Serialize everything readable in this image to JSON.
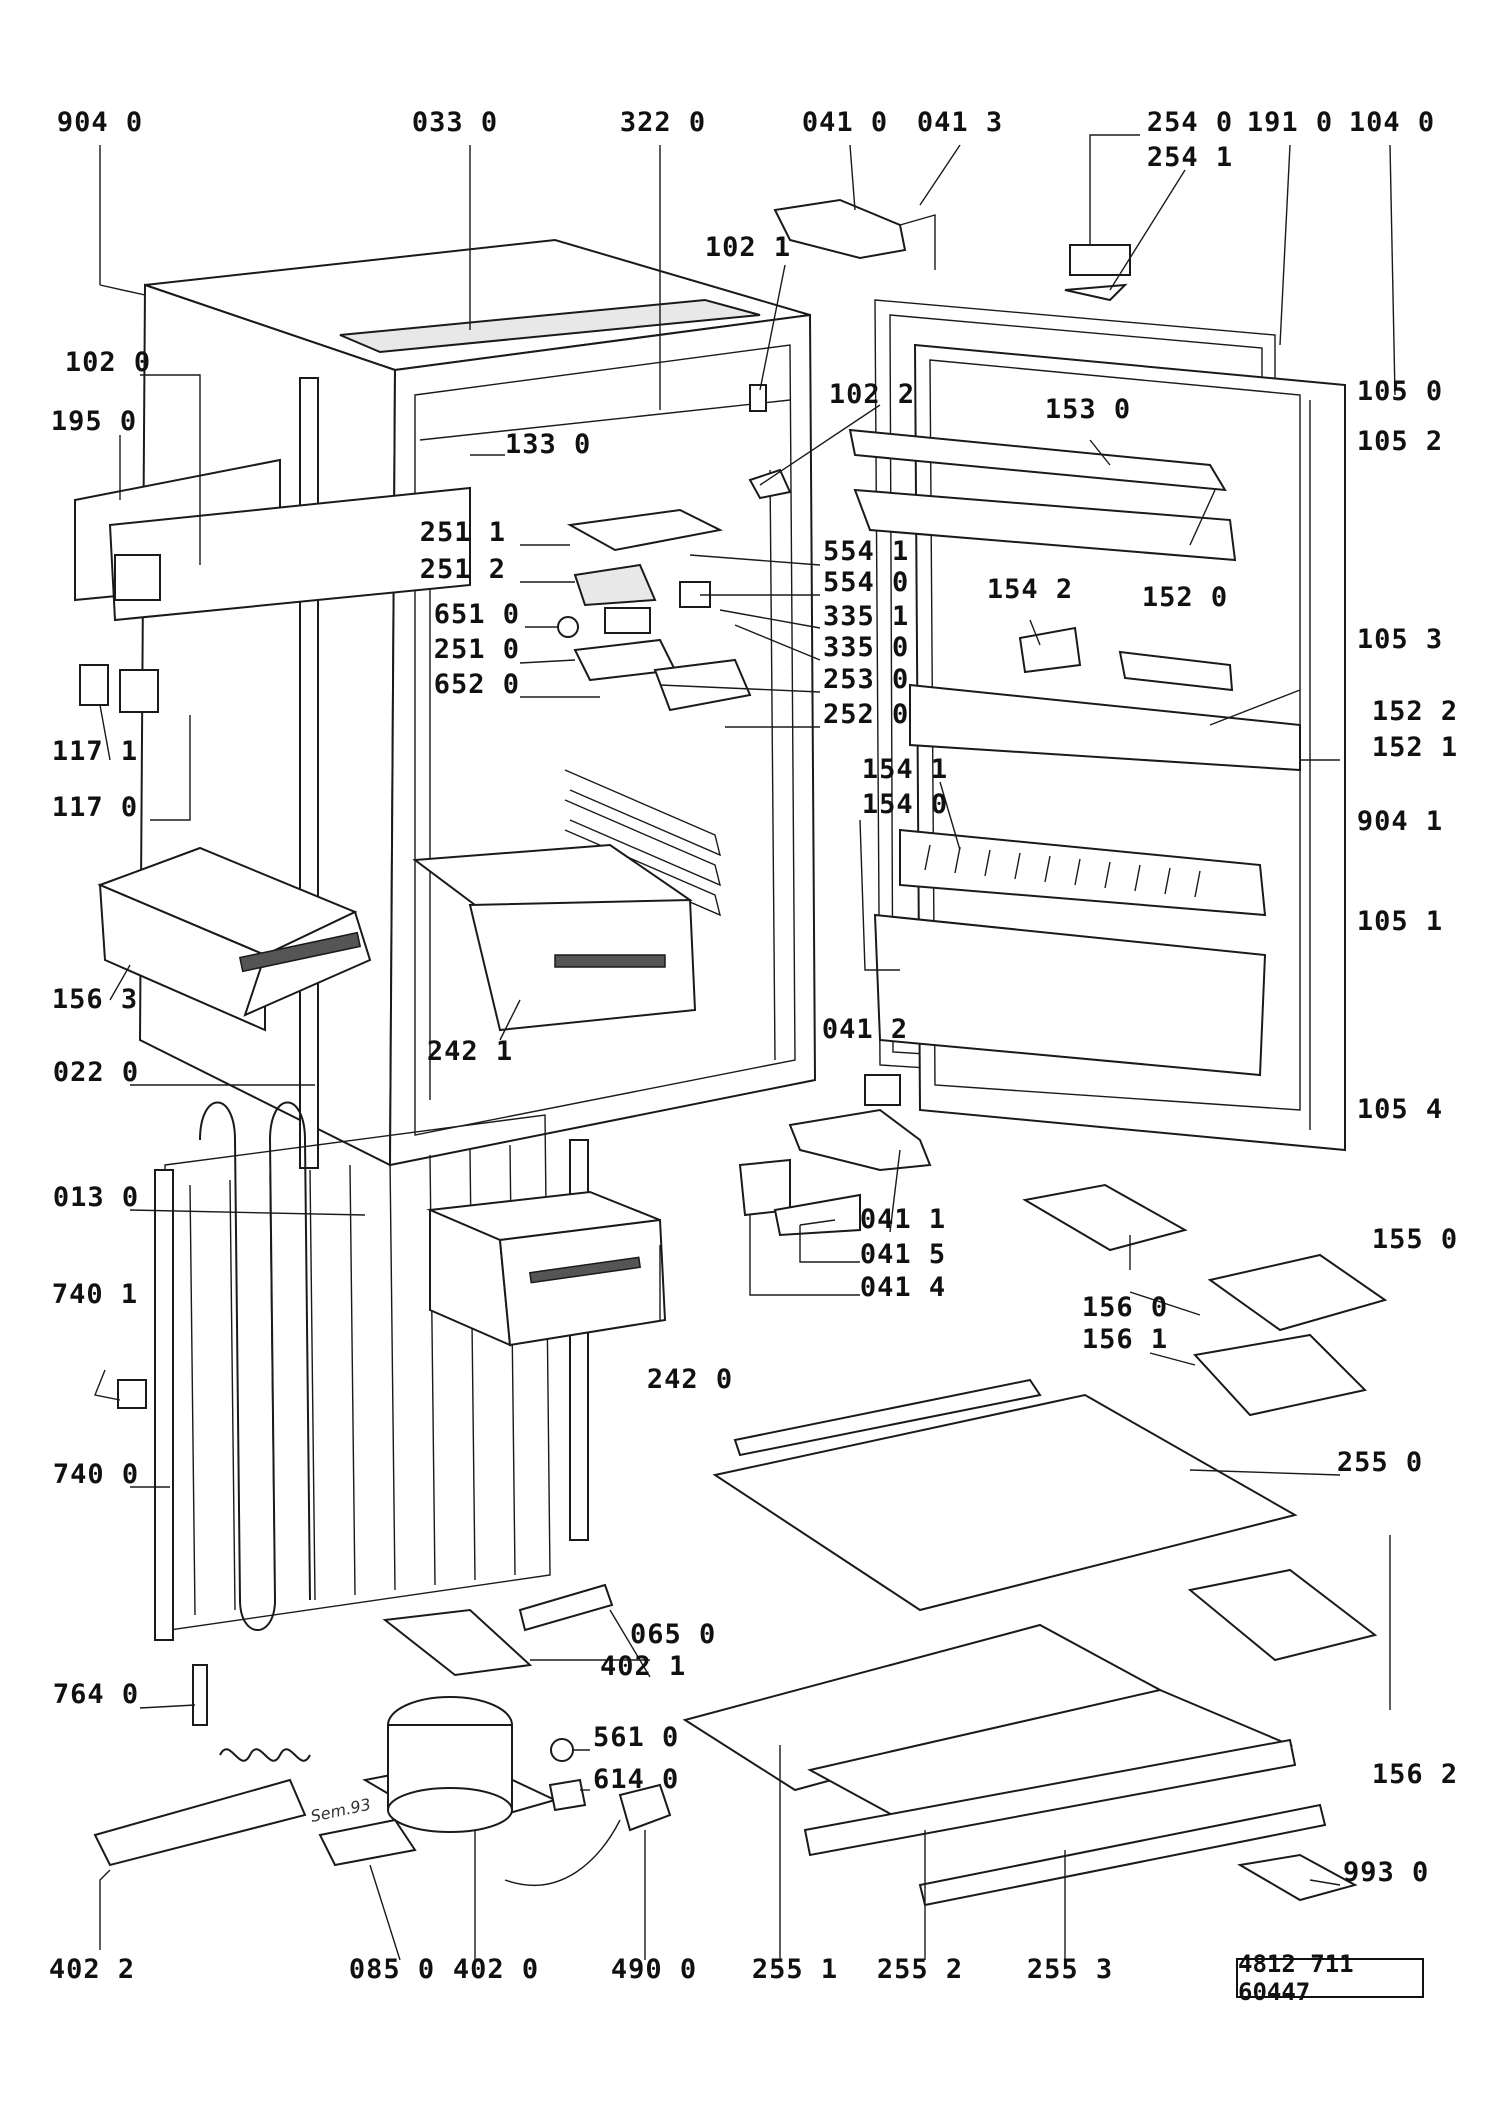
{
  "diagram": {
    "document_number": "4812 711 60447",
    "handwritten_note": "Sem.93",
    "callouts": [
      {
        "id": "c9040",
        "label": "904 0"
      },
      {
        "id": "c0330",
        "label": "033 0"
      },
      {
        "id": "c3220",
        "label": "322 0"
      },
      {
        "id": "c0410",
        "label": "041 0"
      },
      {
        "id": "c0413",
        "label": "041 3"
      },
      {
        "id": "c2540",
        "label": "254 0"
      },
      {
        "id": "c2541",
        "label": "254 1"
      },
      {
        "id": "c1910",
        "label": "191 0"
      },
      {
        "id": "c1040",
        "label": "104 0"
      },
      {
        "id": "c1021",
        "label": "102 1"
      },
      {
        "id": "c1020",
        "label": "102 0"
      },
      {
        "id": "c1950",
        "label": "195 0"
      },
      {
        "id": "c1330",
        "label": "133 0"
      },
      {
        "id": "c1022",
        "label": "102 2"
      },
      {
        "id": "c1530",
        "label": "153 0"
      },
      {
        "id": "c1050",
        "label": "105 0"
      },
      {
        "id": "c1052",
        "label": "105 2"
      },
      {
        "id": "c2511",
        "label": "251 1"
      },
      {
        "id": "c5541",
        "label": "554 1"
      },
      {
        "id": "c2512",
        "label": "251 2"
      },
      {
        "id": "c5540",
        "label": "554 0"
      },
      {
        "id": "c1520",
        "label": "152 0"
      },
      {
        "id": "c1053",
        "label": "105 3"
      },
      {
        "id": "c6510",
        "label": "651 0"
      },
      {
        "id": "c3351",
        "label": "335 1"
      },
      {
        "id": "c1542",
        "label": "154 2"
      },
      {
        "id": "c2510",
        "label": "251 0"
      },
      {
        "id": "c3350",
        "label": "335 0"
      },
      {
        "id": "c6520",
        "label": "652 0"
      },
      {
        "id": "c2530",
        "label": "253 0"
      },
      {
        "id": "c1522",
        "label": "152 2"
      },
      {
        "id": "c2520",
        "label": "252 0"
      },
      {
        "id": "c1521",
        "label": "152 1"
      },
      {
        "id": "c1171",
        "label": "117 1"
      },
      {
        "id": "c1541",
        "label": "154 1"
      },
      {
        "id": "c1540",
        "label": "154 0"
      },
      {
        "id": "c1170",
        "label": "117 0"
      },
      {
        "id": "c9041",
        "label": "904 1"
      },
      {
        "id": "c1051",
        "label": "105 1"
      },
      {
        "id": "c1563",
        "label": "156 3"
      },
      {
        "id": "c2421",
        "label": "242 1"
      },
      {
        "id": "c0412",
        "label": "041 2"
      },
      {
        "id": "c0220",
        "label": "022 0"
      },
      {
        "id": "c1054",
        "label": "105 4"
      },
      {
        "id": "c0130",
        "label": "013 0"
      },
      {
        "id": "c0411",
        "label": "041 1"
      },
      {
        "id": "c0415",
        "label": "041 5"
      },
      {
        "id": "c0414",
        "label": "041 4"
      },
      {
        "id": "c1550",
        "label": "155 0"
      },
      {
        "id": "c7401",
        "label": "740 1"
      },
      {
        "id": "c1560",
        "label": "156 0"
      },
      {
        "id": "c1561",
        "label": "156 1"
      },
      {
        "id": "c2420",
        "label": "242 0"
      },
      {
        "id": "c7400",
        "label": "740 0"
      },
      {
        "id": "c2550",
        "label": "255 0"
      },
      {
        "id": "c0650",
        "label": "065 0"
      },
      {
        "id": "c4021",
        "label": "402 1"
      },
      {
        "id": "c7640",
        "label": "764 0"
      },
      {
        "id": "c5610",
        "label": "561 0"
      },
      {
        "id": "c1562",
        "label": "156 2"
      },
      {
        "id": "c6140",
        "label": "614 0"
      },
      {
        "id": "c9930",
        "label": "993 0"
      },
      {
        "id": "c4022",
        "label": "402 2"
      },
      {
        "id": "c0850",
        "label": "085 0"
      },
      {
        "id": "c4020",
        "label": "402 0"
      },
      {
        "id": "c4900",
        "label": "490 0"
      },
      {
        "id": "c2551",
        "label": "255 1"
      },
      {
        "id": "c2552",
        "label": "255 2"
      },
      {
        "id": "c2553",
        "label": "255 3"
      }
    ]
  }
}
